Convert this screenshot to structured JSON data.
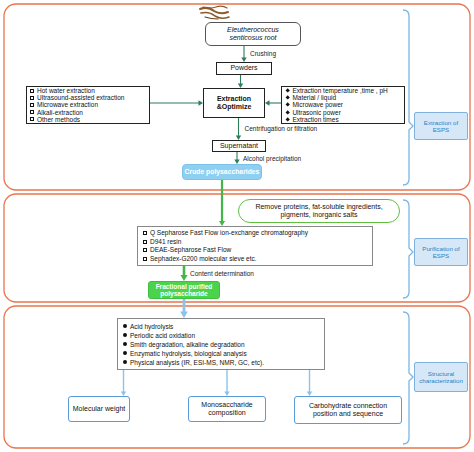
{
  "diagram": {
    "nodes": [
      {
        "text": [
          "Eleutherococcus senticosus root"
        ]
      },
      {
        "text": [
          "Powders"
        ]
      },
      {
        "text": [
          "Hot water extraction",
          "Ultrasound-assisted extraction",
          "Microwave extraction",
          "Alkali-extraction",
          "Other methods"
        ]
      },
      {
        "text": [
          "Extraction &Optimize"
        ]
      },
      {
        "text": [
          "Extraction temperature ,time , pH",
          "Material / liquid",
          "Microwave power",
          "Ultrasonic power",
          "Extraction times"
        ]
      },
      {
        "text": [
          "Supernatant"
        ]
      },
      {
        "text": [
          "Crude polysaccharides"
        ]
      },
      {
        "text": [
          "Extraction of ESPS"
        ]
      },
      {
        "text": [
          "Remove proteins, fat-soluble ingredients, pigments, inorganic salts"
        ]
      },
      {
        "text": [
          "Q Sepharose Fast Flow ion-exchange chromatography",
          "D941 resin",
          "DEAE-Sepharose Fast Flow",
          "Sephadex-G200 molecular sieve etc."
        ]
      },
      {
        "text": [
          "Fractional purified polysaccharide"
        ]
      },
      {
        "text": [
          "Purification of ESPS"
        ]
      },
      {
        "text": [
          "Acid hydrolysis",
          "Periodic acid oxidation",
          "Smith degradation, alkaline degradation",
          "Enzymatic hydrolysis, biological analysis",
          "Physical analysis (IR, ESI-MS, NMR, GC, etc)."
        ]
      },
      {
        "text": [
          "Molecular weight"
        ]
      },
      {
        "text": [
          "Monosaccharide composition"
        ]
      },
      {
        "text": [
          "Carbohydrate connection position and sequence"
        ]
      },
      {
        "text": [
          "Structural characterization"
        ]
      }
    ],
    "edges": [
      {
        "from": 0,
        "to": 1,
        "label": "Crushing",
        "arrow": "to"
      },
      {
        "from": 1,
        "to": 3,
        "arrow": "to"
      },
      {
        "from": 2,
        "to": 3,
        "arrow": "to"
      },
      {
        "from": 4,
        "to": 3,
        "arrow": "to"
      },
      {
        "from": 3,
        "to": 5,
        "label": "Centrifugation or filtration",
        "arrow": "to"
      },
      {
        "from": 5,
        "to": 6,
        "label": "Alcohol precipitation",
        "arrow": "to"
      },
      {
        "from": 6,
        "to": 9,
        "arrow": "to"
      },
      {
        "from": 9,
        "to": 10,
        "label": "Content determination",
        "arrow": "to"
      },
      {
        "from": 10,
        "to": 12,
        "arrow": "to"
      },
      {
        "from": 12,
        "to": 13,
        "arrow": "to"
      },
      {
        "from": 12,
        "to": 14,
        "arrow": "to"
      },
      {
        "from": 12,
        "to": 15,
        "arrow": "to"
      }
    ]
  }
}
